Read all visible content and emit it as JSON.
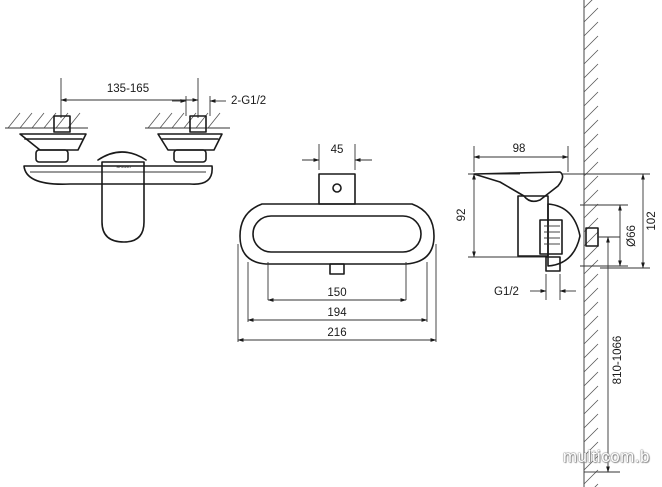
{
  "dimensions": {
    "inlet_spacing": "135-165",
    "inlet_thread": "2-G1/2",
    "top_width": "45",
    "inner_width": "150",
    "middle_width": "194",
    "overall_width": "216",
    "spout_reach": "98",
    "body_height": "92",
    "total_depth": "102",
    "flange_diameter": "Ø66",
    "outlet_thread": "G1/2",
    "mounting_height": "810-1066"
  },
  "brand_mark": "BRAVAT",
  "watermark": "multicom.b",
  "colors": {
    "line": "#1a1a1a",
    "hatch": "#555555",
    "background": "#ffffff"
  }
}
